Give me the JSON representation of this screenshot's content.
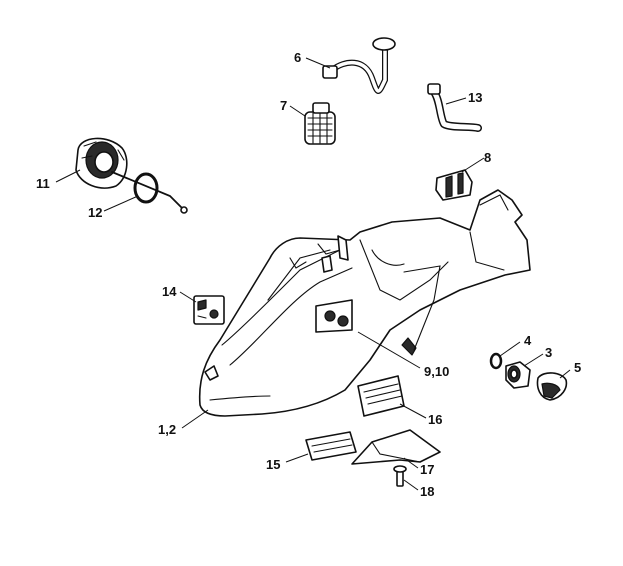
{
  "diagram": {
    "callouts": [
      {
        "id": "c6",
        "text": "6"
      },
      {
        "id": "c7",
        "text": "7"
      },
      {
        "id": "c13",
        "text": "13"
      },
      {
        "id": "c8",
        "text": "8"
      },
      {
        "id": "c11",
        "text": "11"
      },
      {
        "id": "c12",
        "text": "12"
      },
      {
        "id": "c14",
        "text": "14"
      },
      {
        "id": "c4",
        "text": "4"
      },
      {
        "id": "c3",
        "text": "3"
      },
      {
        "id": "c5",
        "text": "5"
      },
      {
        "id": "c910",
        "text": "9,10"
      },
      {
        "id": "c16",
        "text": "16"
      },
      {
        "id": "c12b",
        "text": "1,2"
      },
      {
        "id": "c15",
        "text": "15"
      },
      {
        "id": "c17",
        "text": "17"
      },
      {
        "id": "c18",
        "text": "18"
      }
    ]
  },
  "colors": {
    "line": "#111111",
    "background": "#ffffff",
    "shade": "#2a2a2a"
  }
}
